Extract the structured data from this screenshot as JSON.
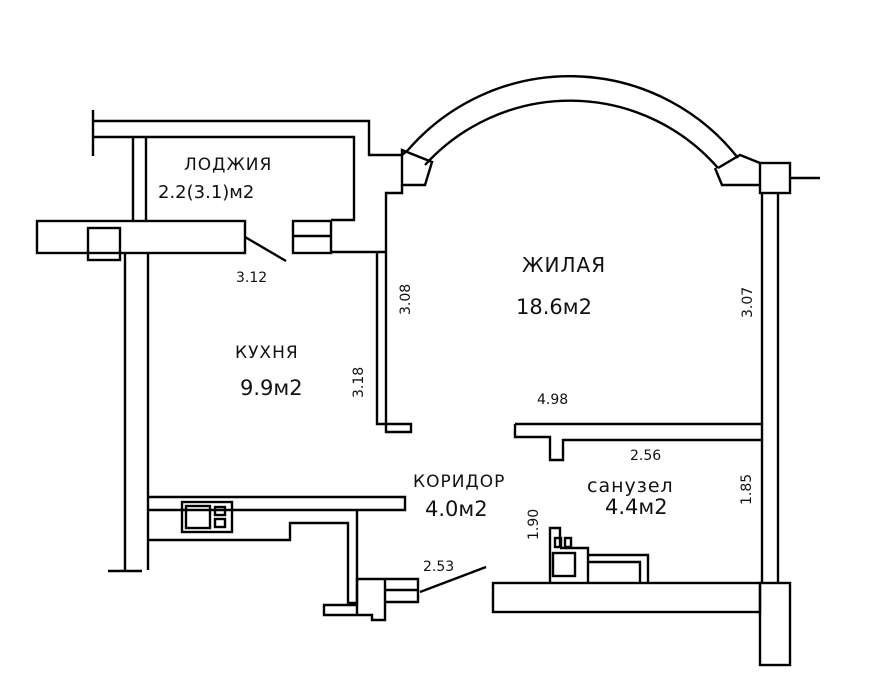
{
  "rooms": {
    "loggia": {
      "name": "ЛОДЖИЯ",
      "area": "2.2(3.1)м2"
    },
    "kitchen": {
      "name": "КУХНЯ",
      "area": "9.9м2"
    },
    "living": {
      "name": "ЖИЛАЯ",
      "area": "18.6м2"
    },
    "corridor": {
      "name": "КОРИДОР",
      "area": "4.0м2"
    },
    "bathroom": {
      "name": "санузел",
      "area": "4.4м2"
    }
  },
  "dimensions": {
    "d312": "3.12",
    "d308": "3.08",
    "d318": "3.18",
    "d307": "3.07",
    "d498": "4.98",
    "d256": "2.56",
    "d185": "1.85",
    "d190": "1.90",
    "d253": "2.53"
  }
}
